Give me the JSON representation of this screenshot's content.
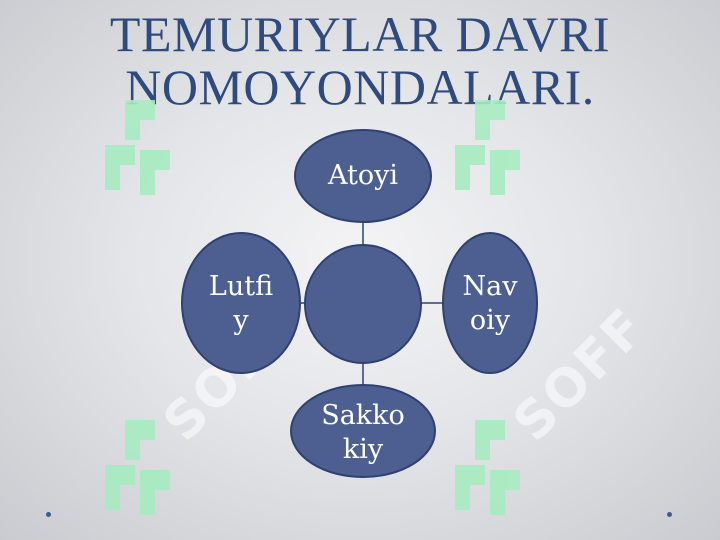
{
  "title": {
    "line1": "TEMURIYLAR DAVRI",
    "line2": "NOMOYONDALARI."
  },
  "diagram": {
    "center": {
      "label": ""
    },
    "top": {
      "line1": "Atoyi",
      "line2": ""
    },
    "right": {
      "line1": "Nav",
      "line2": "oiy"
    },
    "bottom": {
      "line1": "Sakko",
      "line2": "kiy"
    },
    "left": {
      "line1": "Lutfi",
      "line2": "y"
    }
  },
  "watermark": {
    "text": "SOFF"
  },
  "colors": {
    "node_fill": "#4d5f91",
    "node_stroke": "#2e4170",
    "title": "#2f4a7e",
    "watermark_green": "#9ee8b8"
  }
}
